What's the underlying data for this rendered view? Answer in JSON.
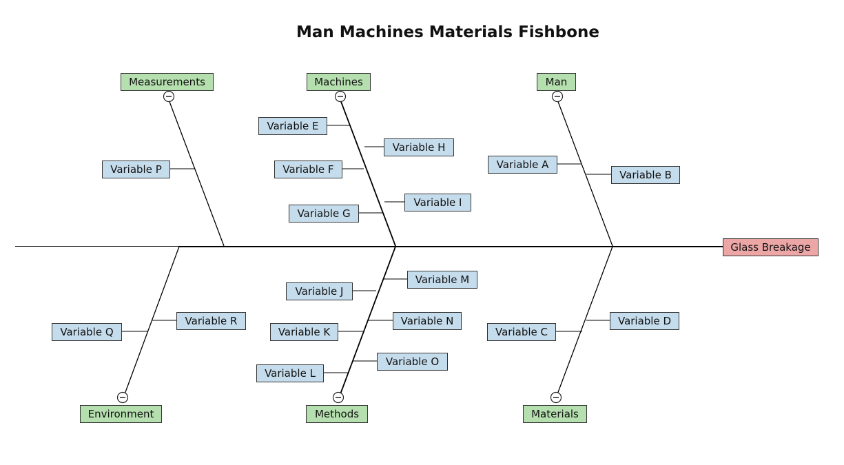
{
  "title": "Man Machines Materials Fishbone",
  "colors": {
    "category_fill": "#b5dfae",
    "variable_fill": "#c5dcec",
    "effect_fill": "#eca6a6",
    "line": "#000000"
  },
  "icons": {
    "collapse": "collapse-minus-icon"
  },
  "effect": "Glass Breakage",
  "categories": {
    "measurements": {
      "label": "Measurements",
      "causes": [
        "Variable P"
      ]
    },
    "machines": {
      "label": "Machines",
      "causes": [
        "Variable E",
        "Variable H",
        "Variable F",
        "Variable I",
        "Variable G"
      ]
    },
    "man": {
      "label": "Man",
      "causes": [
        "Variable A",
        "Variable B"
      ]
    },
    "environment": {
      "label": "Environment",
      "causes": [
        "Variable R",
        "Variable Q"
      ]
    },
    "methods": {
      "label": "Methods",
      "causes": [
        "Variable M",
        "Variable J",
        "Variable N",
        "Variable K",
        "Variable O",
        "Variable L"
      ]
    },
    "materials": {
      "label": "Materials",
      "causes": [
        "Variable D",
        "Variable C"
      ]
    }
  }
}
